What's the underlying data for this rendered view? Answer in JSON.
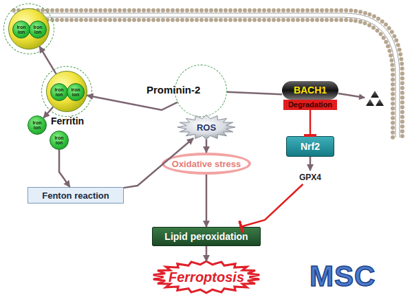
{
  "diagram": {
    "nodes": [
      {
        "text": []
      },
      {
        "text": [
          "Iron ion"
        ],
        "in": 0
      },
      {
        "text": [
          "Iron ion"
        ],
        "in": 0
      },
      {
        "text": [
          "Ferritin"
        ]
      },
      {
        "text": [
          "Iron ion"
        ],
        "in": 3
      },
      {
        "text": [
          "Iron ion"
        ],
        "in": 3
      },
      {
        "text": [
          "Prominin-2"
        ]
      },
      {
        "text": [
          "BACH1",
          "Degradation"
        ]
      },
      {
        "text": [
          "Iron ion"
        ]
      },
      {
        "text": [
          "ROS"
        ]
      },
      {
        "text": [
          "Iron ion"
        ]
      },
      {
        "text": [
          "Nrf2"
        ]
      },
      {
        "text": [
          "Oxidative stress"
        ]
      },
      {
        "text": [
          "GPX4"
        ]
      },
      {
        "text": [
          "Fenton reaction"
        ]
      },
      {
        "text": [
          "Lipid peroxidation"
        ]
      },
      {
        "text": [
          "Ferroptosis"
        ]
      }
    ],
    "edges": [
      {
        "from": 6,
        "to": 3,
        "arrow": "to"
      },
      {
        "from": 3,
        "to": 0,
        "arrow": "to"
      },
      {
        "from": 3,
        "to": 8,
        "arrow": "to"
      },
      {
        "from": 10,
        "to": 14,
        "arrow": "to"
      },
      {
        "from": 14,
        "to": 9,
        "arrow": "to"
      },
      {
        "from": 9,
        "to": 12,
        "arrow": "to"
      },
      {
        "from": 12,
        "to": 15,
        "arrow": "to"
      },
      {
        "from": 15,
        "to": 16,
        "arrow": "to"
      },
      {
        "from": 6,
        "to": 7,
        "arrow": "none"
      },
      {
        "from": 7,
        "to": 11,
        "arrow": "to"
      },
      {
        "from": 11,
        "to": 13,
        "arrow": "to"
      },
      {
        "from": 13,
        "to": 15,
        "arrow": "to"
      }
    ],
    "labels": [
      "MSC"
    ]
  }
}
